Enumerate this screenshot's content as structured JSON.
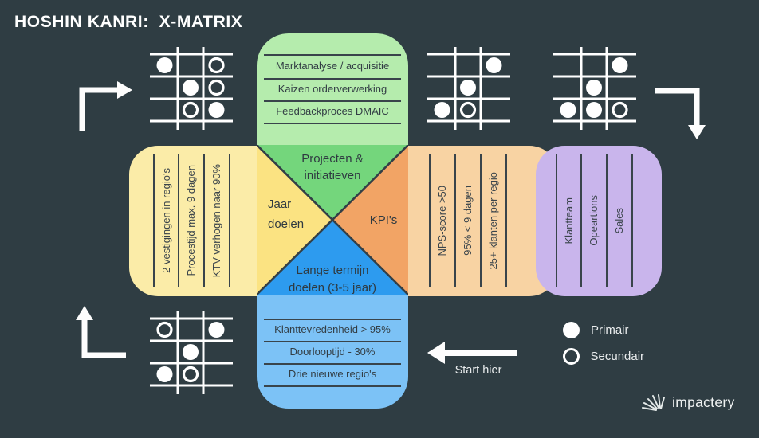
{
  "title": "HOSHIN KANRI:  X-MATRIX",
  "center": {
    "top_label_1": "Projecten &",
    "top_label_2": "initiatieven",
    "left_label_1": "Jaar",
    "left_label_2": "doelen",
    "right_label": "KPI's",
    "bottom_label_1": "Lange termijn",
    "bottom_label_2": "doelen (3-5 jaar)"
  },
  "projects_box": {
    "items": [
      "Marktanalyse / acquisitie",
      "Kaizen orderverwerking",
      "Feedbackproces DMAIC"
    ]
  },
  "annual_goals_box": {
    "items": [
      "2 vestigingen in regio's",
      "Procestijd max. 9 dagen",
      "KTV verhogen naar 90%"
    ]
  },
  "kpi_box": {
    "items": [
      "NPS-score >50",
      "95% < 9 dagen",
      "25+ klanten per regio"
    ]
  },
  "teams_box": {
    "items": [
      "Klantteam",
      "Opeartions",
      "Sales"
    ]
  },
  "longterm_box": {
    "items": [
      "Klanttevredenheid > 95%",
      "Doorlooptijd - 30%",
      "Drie nieuwe regio's"
    ]
  },
  "grids": [
    {
      "id": "top-left",
      "marks": [
        [
          "filled",
          0,
          0
        ],
        [
          "open",
          0,
          2
        ],
        [
          "filled",
          1,
          1
        ],
        [
          "open",
          1,
          2
        ],
        [
          "open",
          2,
          1
        ],
        [
          "filled",
          2,
          2
        ]
      ]
    },
    {
      "id": "top-mid",
      "marks": [
        [
          "filled",
          0,
          2
        ],
        [
          "filled",
          1,
          1
        ],
        [
          "filled",
          2,
          0
        ],
        [
          "open",
          2,
          1
        ]
      ]
    },
    {
      "id": "top-right",
      "marks": [
        [
          "filled",
          0,
          2
        ],
        [
          "filled",
          1,
          1
        ],
        [
          "filled",
          2,
          0
        ],
        [
          "filled",
          2,
          1
        ],
        [
          "open",
          2,
          2
        ]
      ]
    },
    {
      "id": "bottom",
      "marks": [
        [
          "open",
          0,
          0
        ],
        [
          "filled",
          0,
          2
        ],
        [
          "filled",
          1,
          1
        ],
        [
          "filled",
          2,
          0
        ],
        [
          "open",
          2,
          1
        ]
      ]
    }
  ],
  "legend": {
    "primary_label": "Primair",
    "secondary_label": "Secundair"
  },
  "arrows": {
    "start_label": "Start hier"
  },
  "logo": {
    "text": "impactery"
  },
  "colors": {
    "background": "#2f3d43",
    "green_box": "#b5ecad",
    "green_triangle": "#74d67c",
    "yellow_box": "#fbeca8",
    "yellow_triangle": "#fbe382",
    "orange_box": "#f8d3a3",
    "orange_triangle": "#f2a465",
    "blue_box": "#7cc2f6",
    "blue_triangle": "#2d9bef",
    "purple_box": "#c9b5ec",
    "rule_dark": "#39444b",
    "text_dark": "#333e45",
    "white": "#ffffff"
  }
}
